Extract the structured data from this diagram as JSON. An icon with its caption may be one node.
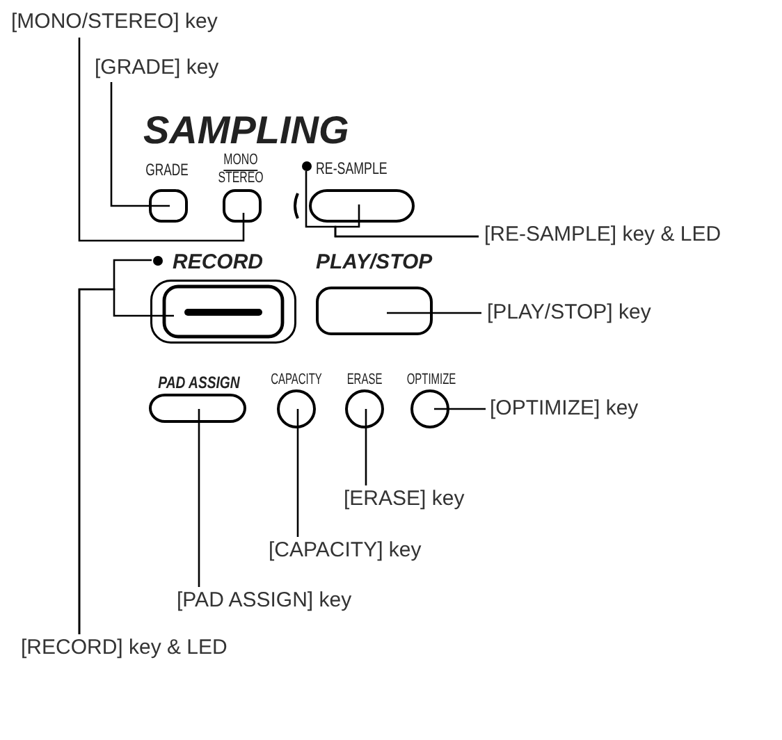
{
  "diagram": {
    "nodes": [
      {
        "text": [
          "[MONO/STEREO] key"
        ]
      },
      {
        "text": [
          "[GRADE] key"
        ]
      },
      {
        "text": [],
        "shape": "box"
      },
      {
        "text": [],
        "shape": "box"
      },
      {
        "text": [],
        "shape": "circle"
      },
      {
        "text": [],
        "shape": "box"
      },
      {
        "text": [
          "[RE-SAMPLE] key & LED"
        ]
      },
      {
        "text": [],
        "shape": "circle"
      },
      {
        "text": [],
        "shape": "box"
      },
      {
        "text": [],
        "shape": "box"
      },
      {
        "text": [
          "[PLAY/STOP] key"
        ]
      },
      {
        "text": [],
        "shape": "box"
      },
      {
        "text": [],
        "shape": "circle"
      },
      {
        "text": [],
        "shape": "circle"
      },
      {
        "text": [],
        "shape": "circle"
      },
      {
        "text": [
          "[OPTIMIZE] key"
        ]
      },
      {
        "text": [
          "[ERASE] key"
        ]
      },
      {
        "text": [
          "[CAPACITY] key"
        ]
      },
      {
        "text": [
          "[PAD ASSIGN] key"
        ]
      },
      {
        "text": [
          "[RECORD] key & LED"
        ]
      }
    ],
    "edges": [
      {
        "from": 0,
        "to": 3,
        "arrow": "none"
      },
      {
        "from": 1,
        "to": 2,
        "arrow": "none"
      },
      {
        "from": 6,
        "to": 4,
        "arrow": "none"
      },
      {
        "from": 6,
        "to": 5,
        "arrow": "none"
      },
      {
        "from": 10,
        "to": 9,
        "arrow": "none"
      },
      {
        "from": 15,
        "to": 14,
        "arrow": "none"
      },
      {
        "from": 16,
        "to": 13,
        "arrow": "none"
      },
      {
        "from": 17,
        "to": 12,
        "arrow": "none"
      },
      {
        "from": 18,
        "to": 11,
        "arrow": "none"
      },
      {
        "from": 19,
        "to": 7,
        "arrow": "none"
      },
      {
        "from": 19,
        "to": 8,
        "arrow": "none"
      }
    ],
    "labels": [
      "SAMPLING",
      "GRADE",
      "MONO",
      "STEREO",
      "RE-SAMPLE",
      "RECORD",
      "PLAY/STOP",
      "PAD ASSIGN",
      "CAPACITY",
      "ERASE",
      "OPTIMIZE"
    ]
  }
}
